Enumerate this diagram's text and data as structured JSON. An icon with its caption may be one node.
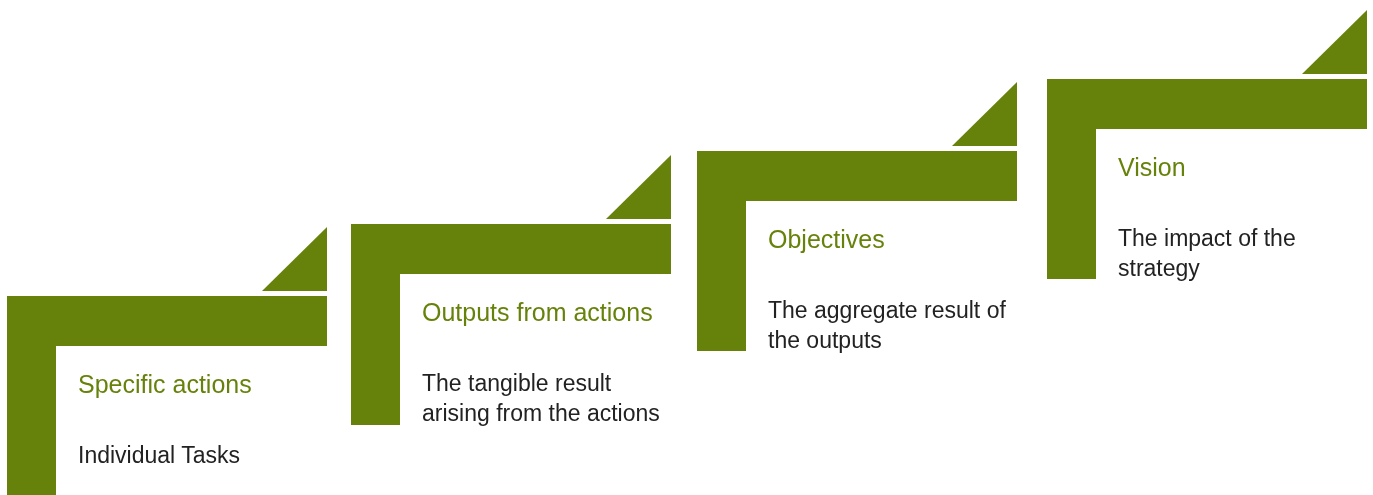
{
  "diagram": {
    "nodes": [
      {
        "text": [
          "Specific actions",
          "Individual Tasks"
        ]
      },
      {
        "text": [
          "Outputs from actions",
          "The tangible result arising from the actions"
        ]
      },
      {
        "text": [
          "Objectives",
          "The aggregate result of the outputs"
        ]
      },
      {
        "text": [
          "Vision",
          "The impact of the strategy"
        ]
      }
    ],
    "edges": []
  }
}
